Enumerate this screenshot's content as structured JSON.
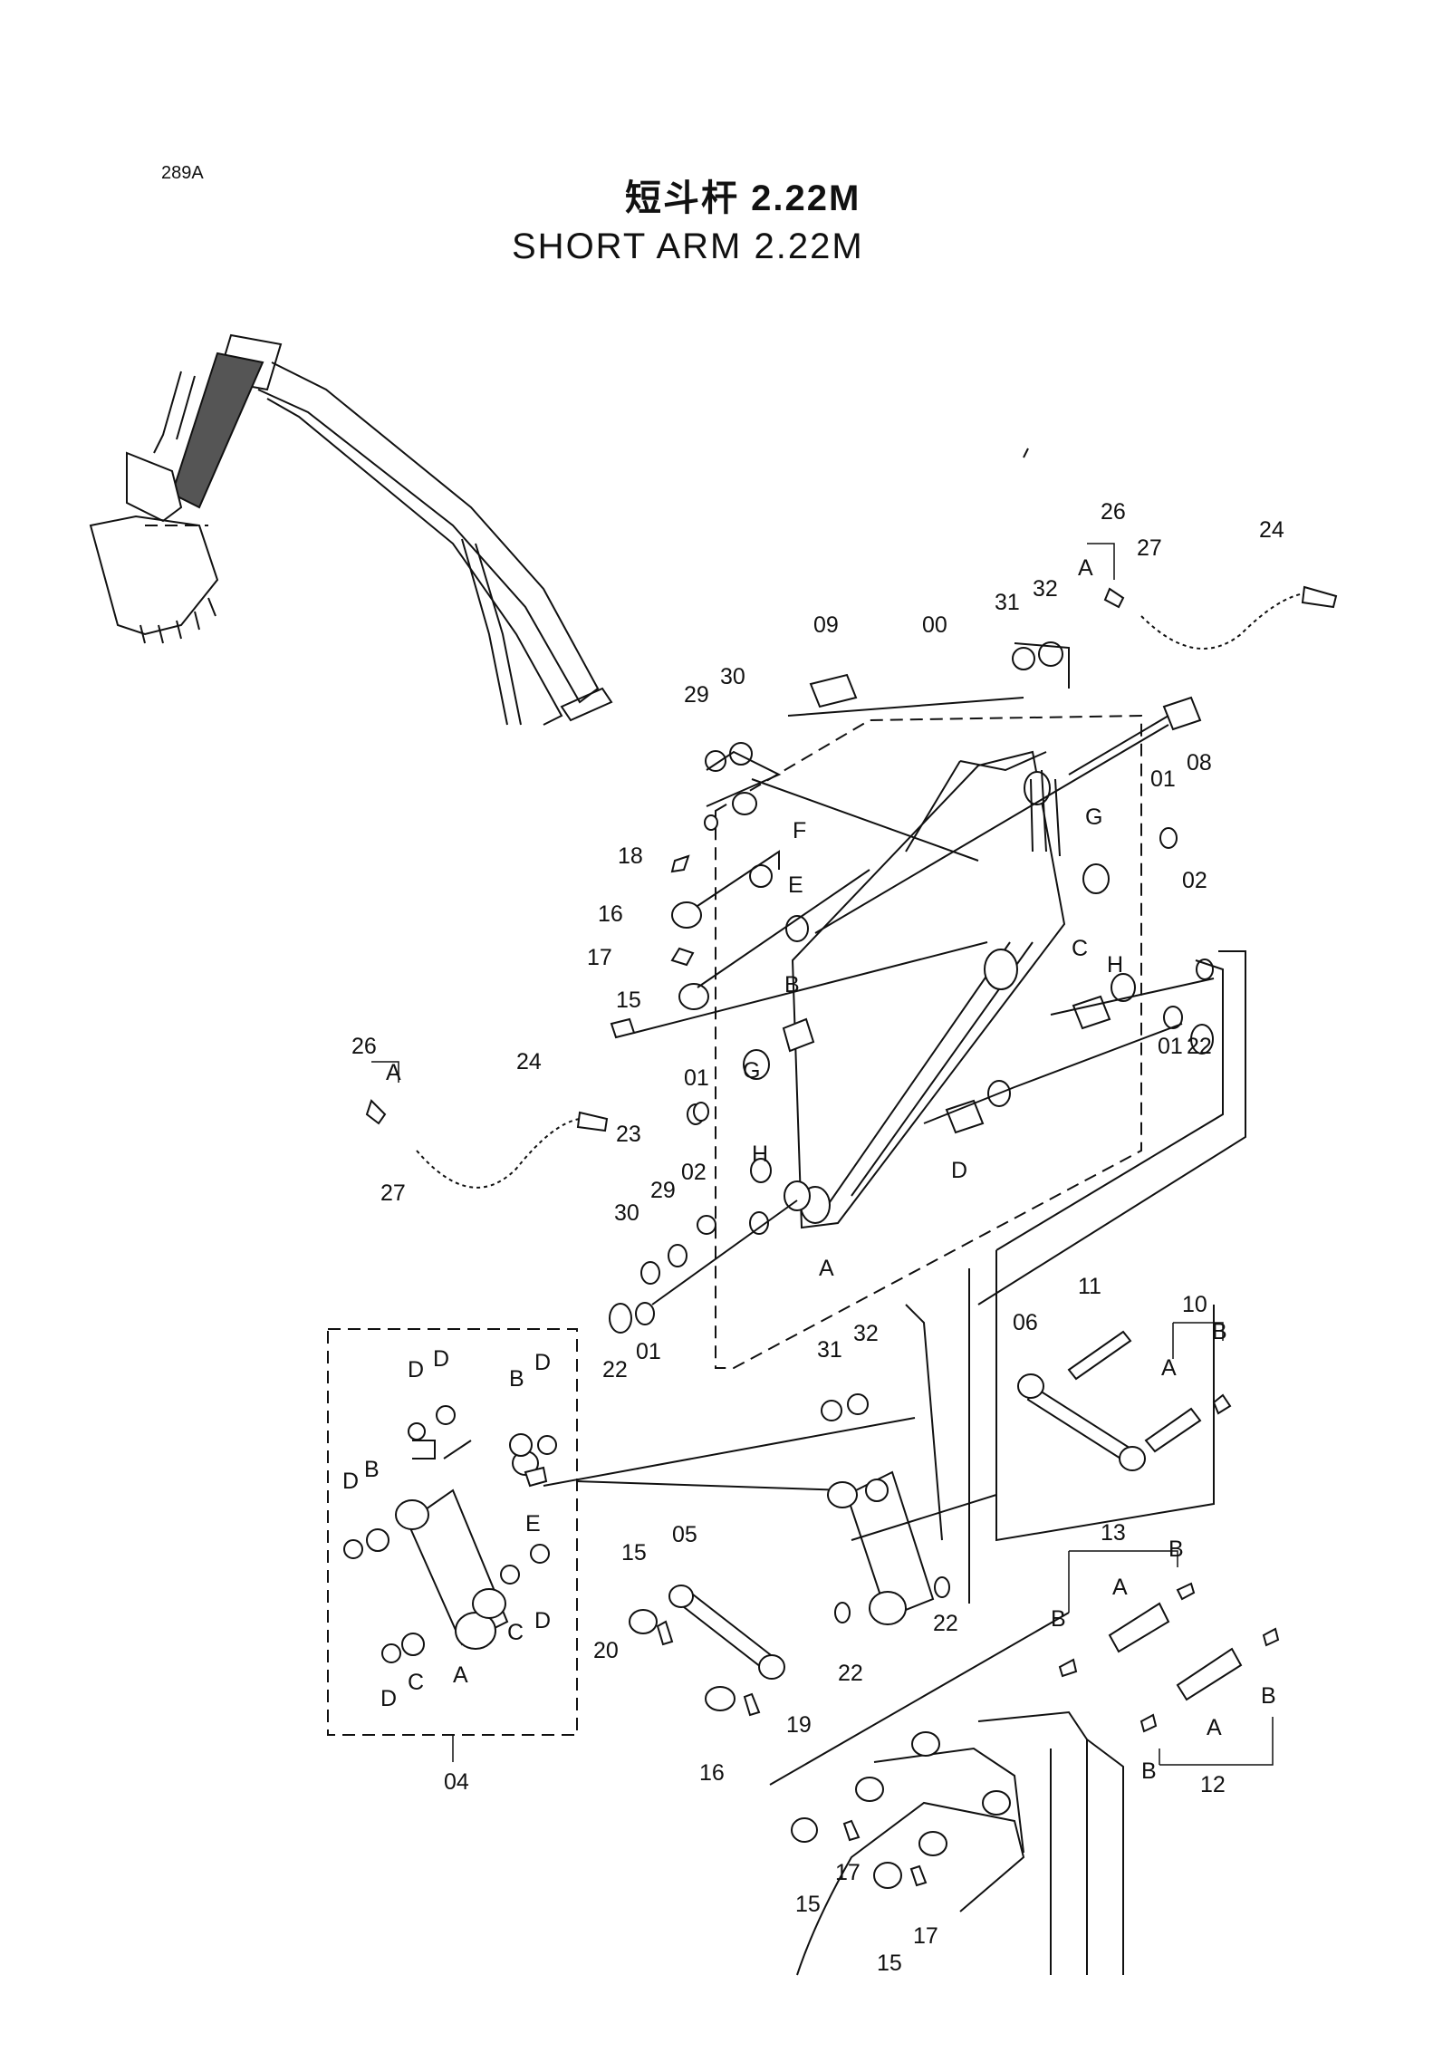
{
  "page_code": "289A",
  "title_cn": "短斗杆 2.22M",
  "title_en": "SHORT  ARM  2.22M",
  "labels": {
    "l_26a": "26",
    "l_A1": "A",
    "l_27a": "27",
    "l_24a": "24",
    "l_09": "09",
    "l_00": "00",
    "l_31a": "31",
    "l_32a": "32",
    "l_29a": "29",
    "l_30a": "30",
    "l_08": "08",
    "l_01a": "01",
    "l_18": "18",
    "l_F": "F",
    "l_G1": "G",
    "l_02a": "02",
    "l_16a": "16",
    "l_E1": "E",
    "l_17a": "17",
    "l_15a": "15",
    "l_C1": "C",
    "l_H1": "H",
    "l_01b": "01",
    "l_22a": "22",
    "l_B1": "B",
    "l_26b": "26",
    "l_A2": "A",
    "l_24b": "24",
    "l_G2": "G",
    "l_01c": "01",
    "l_23": "23",
    "l_27b": "27",
    "l_H2": "H",
    "l_D1": "D",
    "l_02b": "02",
    "l_29b": "29",
    "l_30b": "30",
    "l_A3": "A",
    "l_22b": "22",
    "l_01d": "01",
    "l_11": "11",
    "l_10": "10",
    "l_06": "06",
    "l_B2": "B",
    "l_A4": "A",
    "l_31b": "31",
    "l_32b": "32",
    "l_D2": "D",
    "l_D3": "D",
    "l_B3": "B",
    "l_D4": "D",
    "l_D5": "D",
    "l_B4": "B",
    "l_E2": "E",
    "l_C2": "C",
    "l_D6": "D",
    "l_A5": "A",
    "l_D7": "D",
    "l_C3": "C",
    "l_04": "04",
    "l_15b": "15",
    "l_05": "05",
    "l_22c": "22",
    "l_20": "20",
    "l_22d": "22",
    "l_13": "13",
    "l_A6": "A",
    "l_B5": "B",
    "l_B6": "B",
    "l_16b": "16",
    "l_19": "19",
    "l_B7": "B",
    "l_A7": "A",
    "l_B8": "B",
    "l_12": "12",
    "l_15c": "15",
    "l_17b": "17",
    "l_17c": "17",
    "l_15d": "15"
  }
}
